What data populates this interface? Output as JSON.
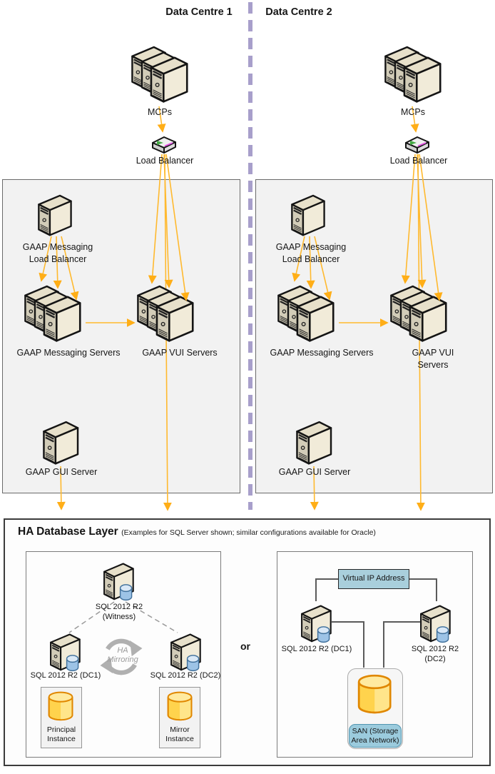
{
  "datacentres": [
    {
      "title": "Data Centre 1",
      "mcps": "MCPs",
      "load_balancer": "Load Balancer",
      "messaging_lb": "GAAP Messaging\nLoad Balancer",
      "messaging_servers": "GAAP Messaging Servers",
      "vui_servers": "GAAP VUI Servers",
      "gui_server": "GAAP GUI Server"
    },
    {
      "title": "Data Centre 2",
      "mcps": "MCPs",
      "load_balancer": "Load Balancer",
      "messaging_lb": "GAAP Messaging\nLoad Balancer",
      "messaging_servers": "GAAP Messaging Servers",
      "vui_servers": "GAAP VUI Servers",
      "gui_server": "GAAP GUI Server"
    }
  ],
  "ha_layer": {
    "title": "HA Database Layer",
    "subtitle": "(Examples for SQL Server shown; similar configurations available for Oracle)",
    "or_label": "or",
    "mirroring_option": {
      "witness": "SQL 2012 R2\n(Witness)",
      "dc1": "SQL 2012 R2 (DC1)",
      "dc2": "SQL 2012 R2 (DC2)",
      "cycle": "HA\nMirroring",
      "principal": "Principal\nInstance",
      "mirror": "Mirror\nInstance"
    },
    "san_option": {
      "vip": "Virtual IP Address",
      "dc1": "SQL 2012 R2 (DC1)",
      "dc2": "SQL 2012 R2 (DC2)",
      "san": "SAN (Storage\nArea Network)"
    }
  },
  "icons": {
    "server": "3d-tower-server",
    "server_stack": "three-overlapping-tower-servers",
    "load_balancer": "small-3d-network-device",
    "database_blue": "blue-cylinder",
    "database_yellow": "yellow-cylinder",
    "ha_sync": "circular-arrows"
  },
  "colors": {
    "arrow": "#FFB92E",
    "arrowhead": "#FFAE17",
    "divider": "#A89FCB",
    "connector": "#5a5a5a",
    "dashed_link": "#9a9a9a",
    "dc_box_fill": "#f2f2f2",
    "vip_fill": "#a9cfdc",
    "san_pill_fill": "#9bcbdd",
    "db_blue": "#9dc3e6",
    "db_yellow": "#ffd34d",
    "cycle_gray": "#b0b0b0"
  }
}
